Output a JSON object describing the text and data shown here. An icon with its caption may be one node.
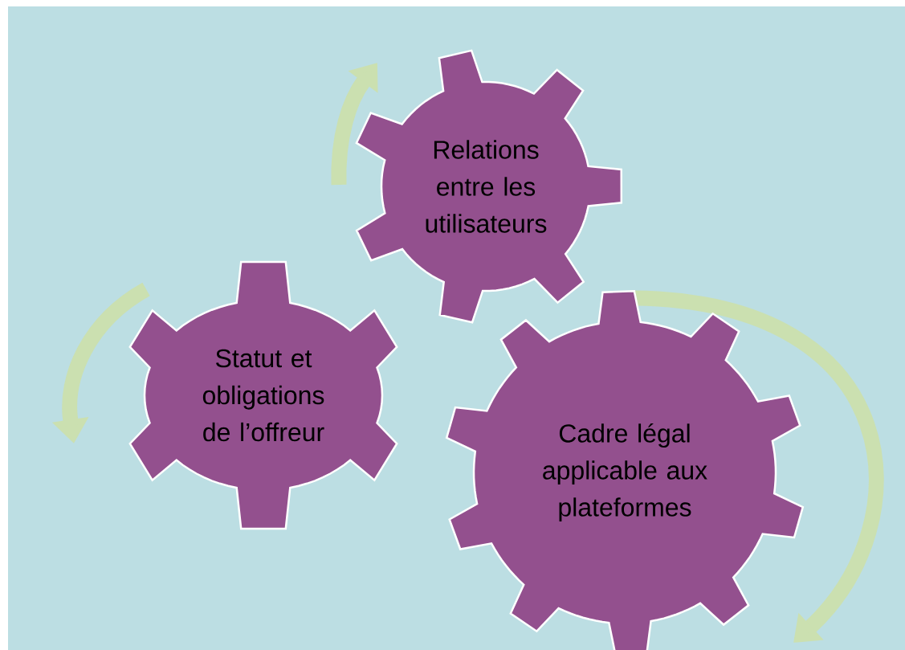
{
  "diagram": {
    "nodes": [
      {
        "text": [
          "Relations entre les utilisateurs"
        ]
      },
      {
        "text": [
          "Statut et obligations de l’offreur"
        ]
      },
      {
        "text": [
          "Cadre légal applicable aux plateformes"
        ]
      }
    ]
  }
}
